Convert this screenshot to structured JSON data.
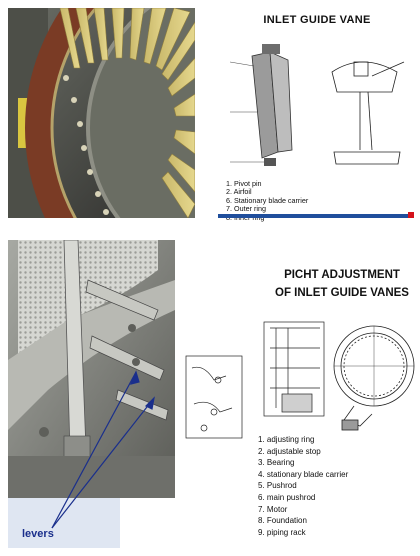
{
  "top_panel": {
    "title": "INLET GUIDE VANE",
    "legend": [
      "1. Pivot pin",
      "2. Airfoil",
      "6. Stationary blade carrier",
      "7. Outer ring",
      "8. Inner ring"
    ],
    "accent_blue": "#1f4e9c",
    "accent_red": "#d4121b"
  },
  "bottom_panel": {
    "title_line1": "PICHT ADJUSTMENT",
    "title_line2": "OF INLET GUIDE VANES",
    "legend": [
      "1.  adjusting ring",
      "2.  adjustable stop",
      "3.  Bearing",
      "4.  stationary blade carrier",
      "5.  Pushrod",
      "6.  main pushrod",
      "7.  Motor",
      "8.  Foundation",
      "9.  piping rack"
    ]
  },
  "photo_annotation": {
    "label": "levers",
    "color": "#1a2f8c"
  }
}
